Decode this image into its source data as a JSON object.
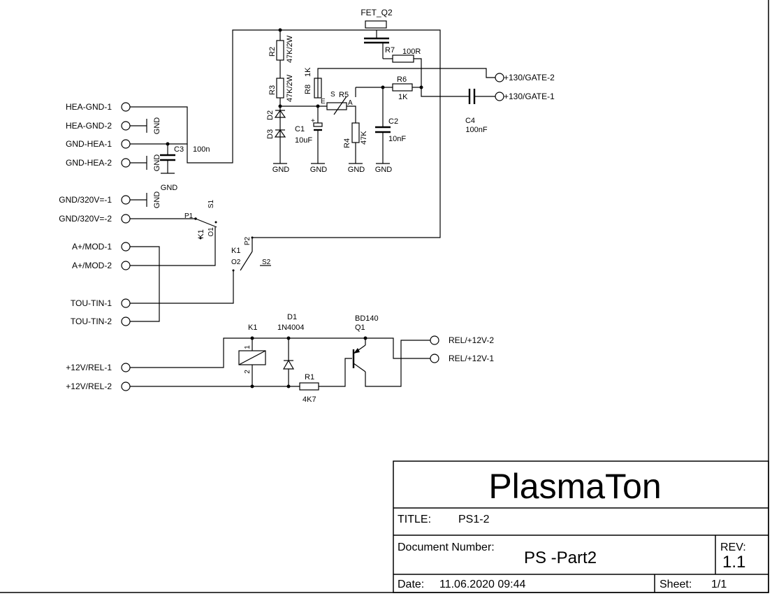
{
  "connectors": [
    {
      "label": "HEA-GND-1"
    },
    {
      "label": "HEA-GND-2"
    },
    {
      "label": "GND-HEA-1"
    },
    {
      "label": "GND-HEA-2"
    },
    {
      "label": "GND/320V=-1"
    },
    {
      "label": "GND/320V=-2"
    },
    {
      "label": "A+/MOD-1"
    },
    {
      "label": "A+/MOD-2"
    },
    {
      "label": "TOU-TIN-1"
    },
    {
      "label": "TOU-TIN-2"
    },
    {
      "label": "+12V/REL-1"
    },
    {
      "label": "+12V/REL-2"
    },
    {
      "label": "+130/GATE-2"
    },
    {
      "label": "+130/GATE-1"
    },
    {
      "label": "REL/+12V-2"
    },
    {
      "label": "REL/+12V-1"
    }
  ],
  "gnd_label": "GND",
  "components": {
    "q2": {
      "name": "FET_Q2"
    },
    "r7": {
      "name": "R7",
      "value": "100R"
    },
    "r2": {
      "name": "R2",
      "value": "47K/2W"
    },
    "r3": {
      "name": "R3",
      "value": "47K/2W"
    },
    "d2": {
      "name": "D2"
    },
    "d3": {
      "name": "D3"
    },
    "r8": {
      "name": "R8",
      "value": "1K"
    },
    "r5": {
      "name": "R5",
      "pin_e": "E",
      "pin_s": "S",
      "pin_a": "A"
    },
    "r6": {
      "name": "R6",
      "value": "1K"
    },
    "c1": {
      "name": "C1",
      "value": "10uF",
      "plus": "+"
    },
    "r4": {
      "name": "R4",
      "value": "47K"
    },
    "c2": {
      "name": "C2",
      "value": "10nF"
    },
    "c4": {
      "name": "C4",
      "value": "100nF"
    },
    "c3": {
      "name": "C3",
      "value": "100n"
    },
    "k1_s1": {
      "name": "K1",
      "p": "P1",
      "s": "S1",
      "o": "O1"
    },
    "k1_s2": {
      "name": "K1",
      "p": "P2",
      "s": "S2",
      "o": "O2"
    },
    "k1_coil": {
      "name": "K1",
      "pin1": "1",
      "pin2": "2"
    },
    "d1": {
      "name": "D1",
      "value": "1N4004"
    },
    "q1": {
      "name": "Q1",
      "value": "BD140"
    },
    "r1": {
      "name": "R1",
      "value": "4K7"
    }
  },
  "title_block": {
    "project": "PlasmaTon",
    "title_label": "TITLE:",
    "title_value": "PS1-2",
    "docnum_label": "Document Number:",
    "docnum_value": "PS -Part2",
    "rev_label": "REV:",
    "rev_value": "1.1",
    "date_label": "Date:",
    "date_value": "11.06.2020 09:44",
    "sheet_label": "Sheet:",
    "sheet_value": "1/1"
  }
}
